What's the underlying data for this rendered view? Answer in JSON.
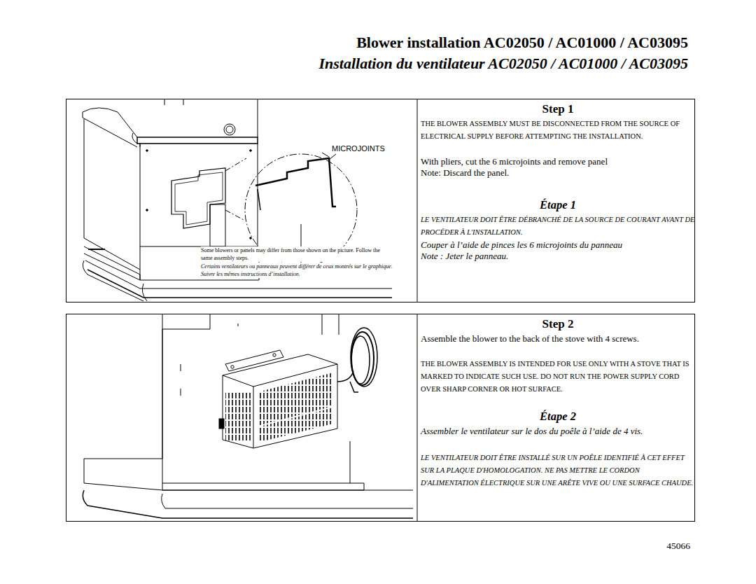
{
  "diagram": {
    "title": "Blower installation AC02050 / AC01000 / AC03095",
    "nodes": [
      {
        "text": [
          "Step 1",
          "THE BLOWER ASSEMBLY MUST BE DISCONNECTED FROM THE SOURCE OF ELECTRICAL SUPPLY BEFORE ATTEMPTING THE INSTALLATION.",
          "With pliers, cut the 6 microjoints and remove panel",
          "Note: Discard the panel.",
          "Étape 1",
          "LE VENTILATEUR DOIT ÊTRE DÉBRANCHÉ DE LA SOURCE DE COURANT AVANT DE PROCÉDER À L'INSTALLATION.",
          "Couper à l’aide de pinces les 6 microjoints du panneau",
          "Note : Jeter le panneau.",
          "Some blowers or panels may differ from those shown on the picture. Follow the same assembly steps.",
          "Certains ventilateurs ou panneaux peuvent différer de ceux montrés sur le graphique. Suivre les mêmes instructions d’installation."
        ]
      },
      {
        "text": [
          "Step 2",
          "Assemble the blower to the back of the stove with 4 screws.",
          "THE BLOWER ASSEMBLY IS INTENDED FOR USE ONLY WITH A STOVE THAT IS MARKED TO INDICATE SUCH USE. DO NOT RUN THE POWER SUPPLY CORD OVER SHARP CORNER OR HOT SURFACE.",
          "Étape 2",
          "Assembler le ventilateur sur le dos du poêle à l’aide de 4 vis.",
          "LE VENTILATEUR DOIT ÊTRE INSTALLÉ SUR UN POÊLE IDENTIFIÉ À CET EFFET SUR LA PLAQUE D'HOMOLOGATION. NE PAS METTRE LE CORDON D'ALIMENTATION ÉLECTRIQUE SUR UNE ARÊTE VIVE OU UNE SURFACE CHAUDE."
        ]
      }
    ],
    "labels": [
      "Installation du ventilateur AC02050 / AC01000 / AC03095",
      "MICROJOINTS",
      "45066"
    ]
  }
}
